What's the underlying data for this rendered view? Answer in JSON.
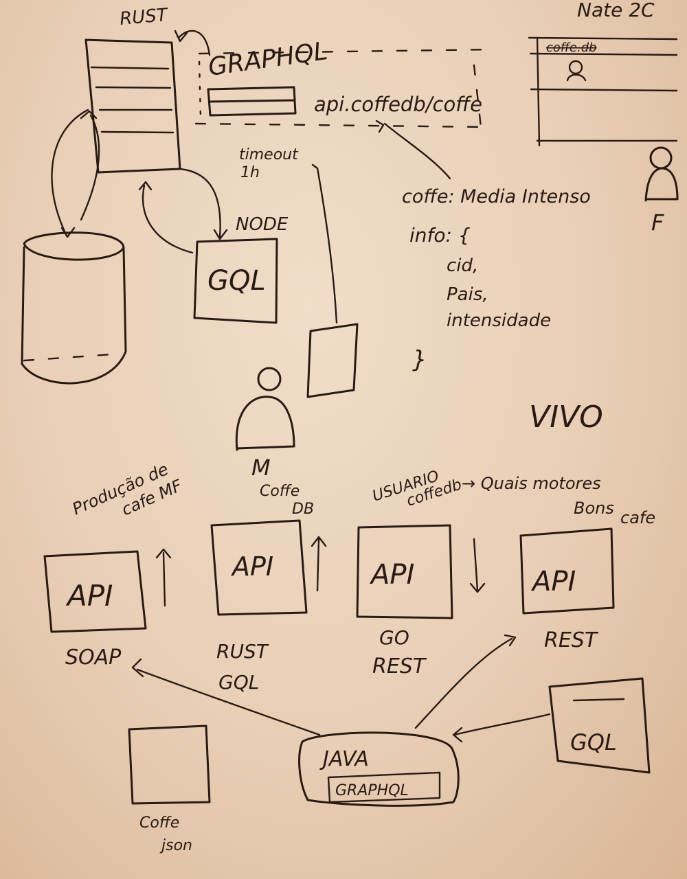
{
  "top": {
    "rust_label": "RUST",
    "graphql_label": "GRAPHQL",
    "api_url": "api.coffedb/coffe",
    "timeout": [
      "timeout",
      "1h"
    ],
    "node_label": "NODE",
    "gql_label": "GQL",
    "note_title": "Nate 2C",
    "note_row": "coffe.db",
    "person_f": "F",
    "person_m": "M",
    "json_lines": [
      "coffe: Media Intenso",
      "info: {",
      "cid,",
      "Pais,",
      "intensidade",
      "}"
    ]
  },
  "bottom": {
    "vivo": "VIVO",
    "producao": [
      "Produção de",
      "cafe MF"
    ],
    "coffe_db": [
      "Coffe",
      "DB"
    ],
    "usuario": [
      "USUARIO",
      "coffedb"
    ],
    "quais": [
      "→ Quais motores",
      "Bons",
      "cafe"
    ],
    "apis": [
      {
        "label": "API",
        "tech": [
          "SOAP"
        ]
      },
      {
        "label": "API",
        "tech": [
          "RUST",
          "GQL"
        ]
      },
      {
        "label": "API",
        "tech": [
          "GO",
          "REST"
        ]
      },
      {
        "label": "API",
        "tech": [
          "REST"
        ]
      }
    ],
    "java": "JAVA",
    "java_graphql": "GRAPHQL",
    "gql": "GQL",
    "coffe_json": [
      "Coffe",
      "json"
    ]
  }
}
